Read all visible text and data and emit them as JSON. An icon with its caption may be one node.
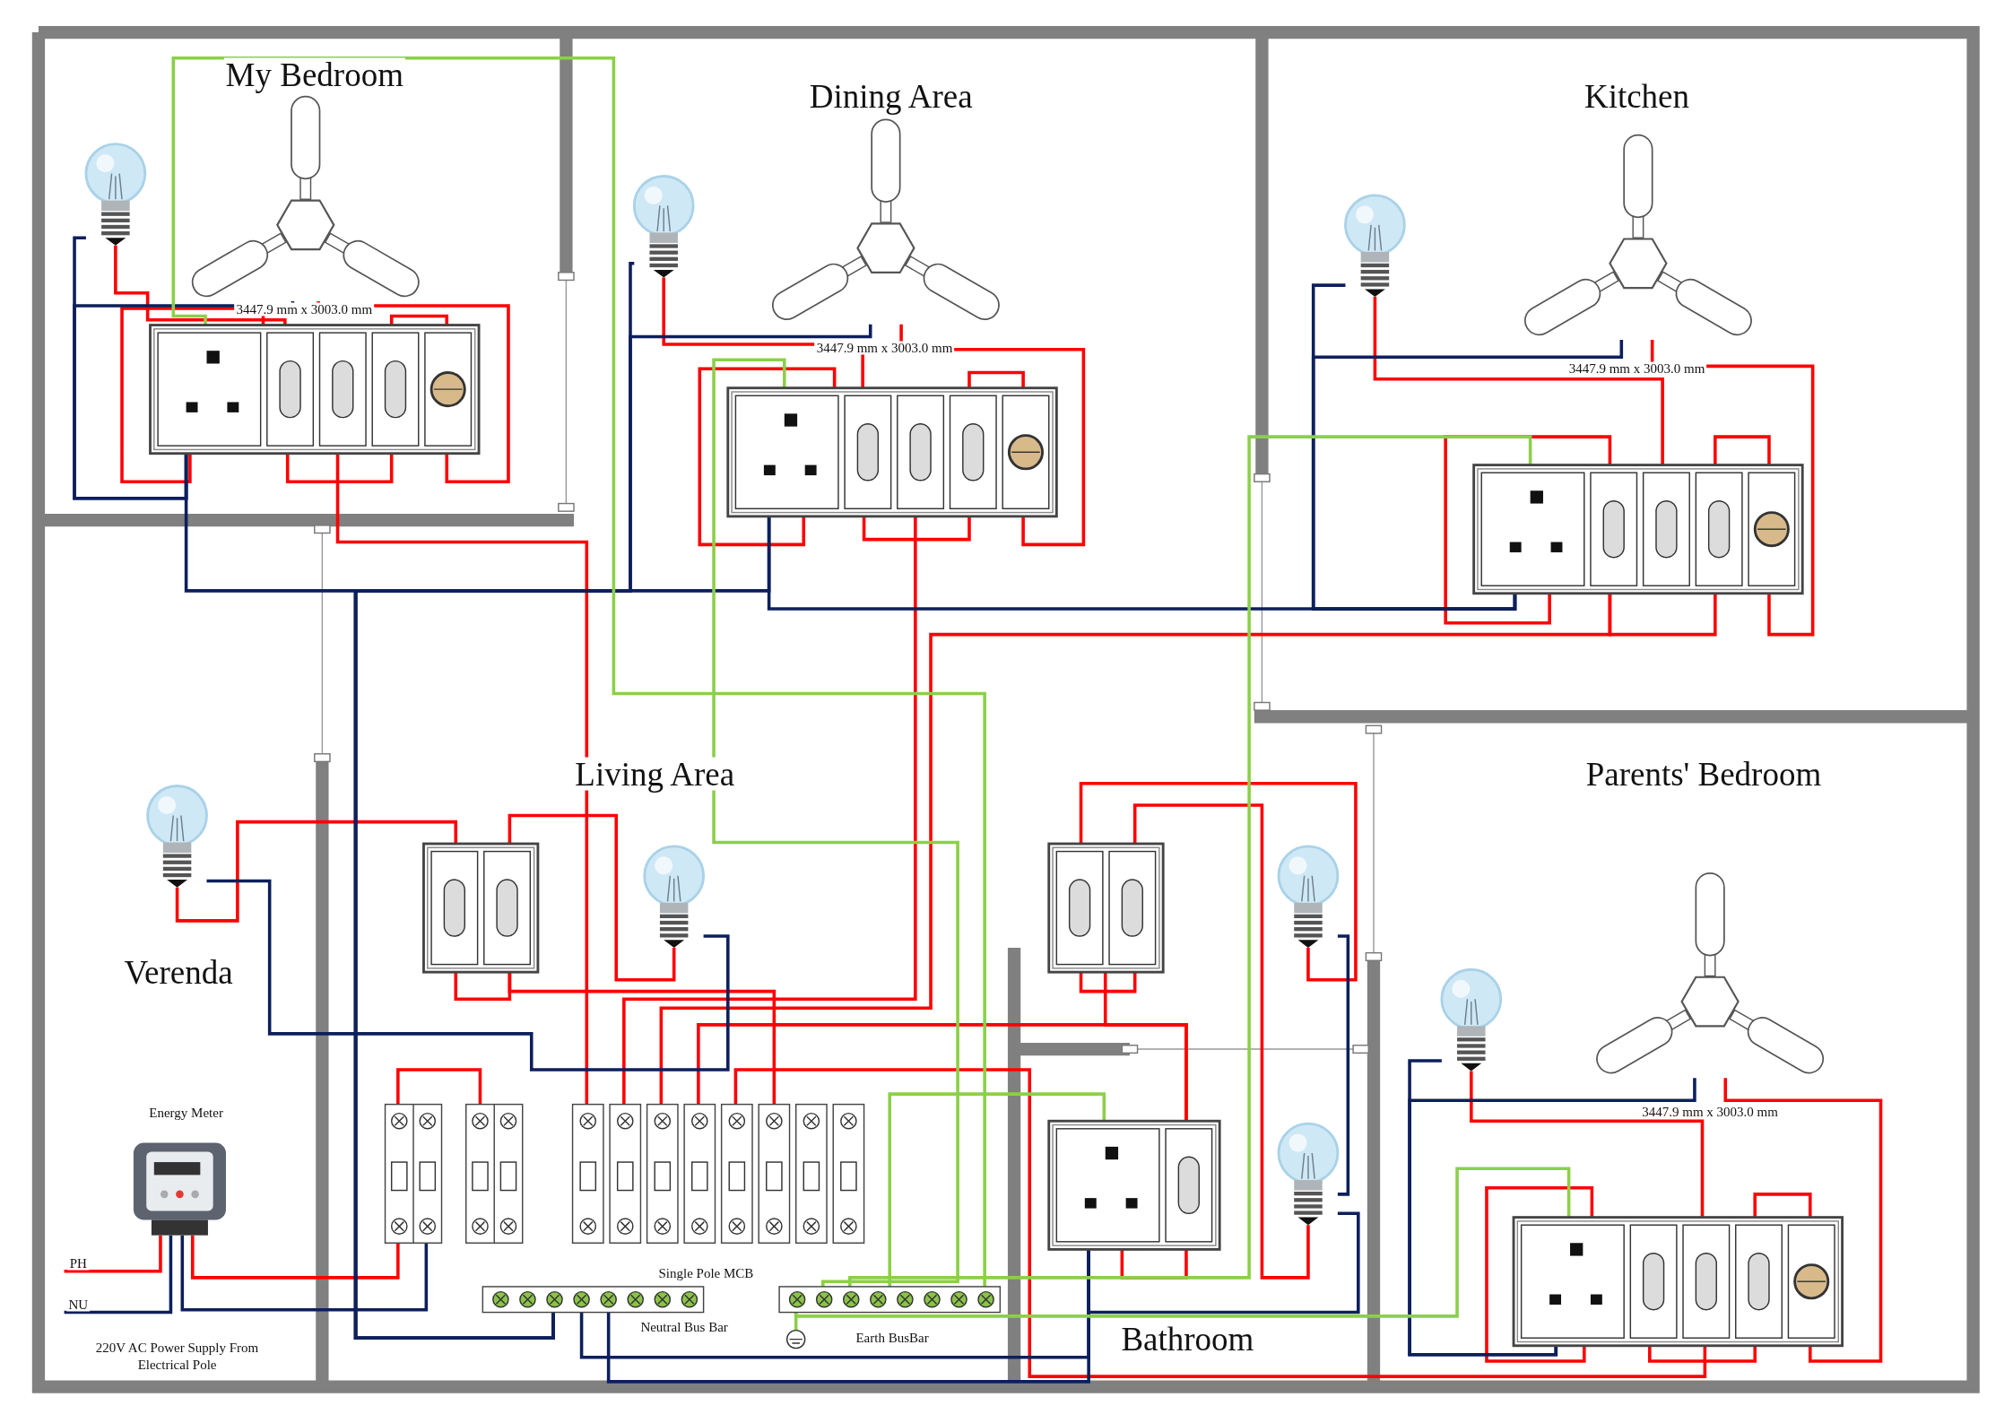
{
  "diagram": {
    "nodes": [
      {
        "text": [],
        "shape": "picture"
      },
      {
        "text": [],
        "shape": "picture"
      },
      {
        "text": [],
        "shape": "box"
      },
      {
        "text": [],
        "shape": "picture"
      },
      {
        "text": [],
        "shape": "picture"
      },
      {
        "text": [],
        "shape": "box"
      },
      {
        "text": [],
        "shape": "picture"
      },
      {
        "text": [],
        "shape": "picture"
      },
      {
        "text": [],
        "shape": "box"
      },
      {
        "text": [],
        "shape": "picture"
      },
      {
        "text": [],
        "shape": "box"
      },
      {
        "text": [],
        "shape": "picture"
      },
      {
        "text": [],
        "shape": "box"
      },
      {
        "text": [],
        "shape": "picture"
      },
      {
        "text": [],
        "shape": "picture"
      },
      {
        "text": [],
        "shape": "box"
      },
      {
        "text": [],
        "shape": "picture"
      },
      {
        "text": [],
        "shape": "picture"
      },
      {
        "text": [],
        "shape": "box"
      },
      {
        "text": [],
        "shape": "picture",
        "beside": [
          "Energy Meter"
        ]
      },
      {
        "text": [],
        "shape": "box"
      },
      {
        "text": [],
        "shape": "box"
      },
      {
        "text": [],
        "shape": "box"
      },
      {
        "text": [],
        "shape": "box"
      },
      {
        "text": [],
        "shape": "box"
      },
      {
        "text": [],
        "shape": "box"
      },
      {
        "text": [],
        "shape": "box"
      },
      {
        "text": [],
        "shape": "box"
      },
      {
        "text": [],
        "shape": "box"
      },
      {
        "text": [],
        "shape": "box"
      },
      {
        "text": [],
        "shape": "bar",
        "beside": [
          "Neutral Bus Bar"
        ]
      },
      {
        "text": [],
        "shape": "bar",
        "beside": [
          "Earth BusBar"
        ]
      },
      {
        "text": [],
        "shape": "picture"
      }
    ],
    "edges": [
      {
        "from": null,
        "to": 19,
        "arrow": "none",
        "label": "PH"
      },
      {
        "from": 19,
        "to": 20,
        "arrow": "none"
      },
      {
        "from": 20,
        "to": 21,
        "arrow": "none"
      },
      {
        "from": 22,
        "to": 2,
        "arrow": "none"
      },
      {
        "from": 23,
        "to": 5,
        "arrow": "none"
      },
      {
        "from": 24,
        "to": 8,
        "arrow": "none"
      },
      {
        "from": 25,
        "to": 15,
        "arrow": "none"
      },
      {
        "from": 26,
        "to": 18,
        "arrow": "none"
      },
      {
        "from": 27,
        "to": 10,
        "arrow": "none"
      },
      {
        "from": 0,
        "to": 2,
        "arrow": "none"
      },
      {
        "from": 1,
        "to": 2,
        "arrow": "none"
      },
      {
        "from": 2,
        "to": 2,
        "arrow": "none"
      },
      {
        "from": 2,
        "to": 2,
        "arrow": "none"
      },
      {
        "from": 2,
        "to": 2,
        "arrow": "none"
      },
      {
        "from": 3,
        "to": 5,
        "arrow": "none"
      },
      {
        "from": 4,
        "to": 5,
        "arrow": "none"
      },
      {
        "from": 5,
        "to": 5,
        "arrow": "none"
      },
      {
        "from": 5,
        "to": 5,
        "arrow": "none"
      },
      {
        "from": 5,
        "to": 5,
        "arrow": "none"
      },
      {
        "from": 6,
        "to": 8,
        "arrow": "none"
      },
      {
        "from": 7,
        "to": 8,
        "arrow": "none"
      },
      {
        "from": 8,
        "to": 8,
        "arrow": "none"
      },
      {
        "from": 8,
        "to": 8,
        "arrow": "none"
      },
      {
        "from": 8,
        "to": 8,
        "arrow": "none"
      },
      {
        "from": 9,
        "to": 10,
        "arrow": "none"
      },
      {
        "from": 10,
        "to": 11,
        "arrow": "none"
      },
      {
        "from": 10,
        "to": 10,
        "arrow": "none"
      },
      {
        "from": 12,
        "to": 12,
        "arrow": "none"
      },
      {
        "from": 12,
        "to": 15,
        "arrow": "none"
      },
      {
        "from": 12,
        "to": 13,
        "arrow": "none"
      },
      {
        "from": 12,
        "to": 14,
        "arrow": "none"
      },
      {
        "from": 15,
        "to": 15,
        "arrow": "none"
      },
      {
        "from": 16,
        "to": 18,
        "arrow": "none"
      },
      {
        "from": 17,
        "to": 18,
        "arrow": "none"
      },
      {
        "from": 18,
        "to": 18,
        "arrow": "none"
      },
      {
        "from": 18,
        "to": 18,
        "arrow": "none"
      },
      {
        "from": 18,
        "to": 18,
        "arrow": "none"
      },
      {
        "from": null,
        "to": 19,
        "arrow": "none",
        "label": "NU",
        "color": "#0d1f5c"
      },
      {
        "from": 19,
        "to": 20,
        "arrow": "none",
        "color": "#0d1f5c"
      },
      {
        "from": 0,
        "to": 2,
        "arrow": "none",
        "color": "#0d1f5c"
      },
      {
        "from": 1,
        "to": 2,
        "arrow": "none",
        "color": "#0d1f5c"
      },
      {
        "from": 2,
        "to": 30,
        "arrow": "none",
        "color": "#0d1f5c"
      },
      {
        "from": 3,
        "to": 30,
        "arrow": "none",
        "color": "#0d1f5c"
      },
      {
        "from": 4,
        "to": 30,
        "arrow": "none",
        "color": "#0d1f5c"
      },
      {
        "from": 5,
        "to": 30,
        "arrow": "none",
        "color": "#0d1f5c"
      },
      {
        "from": 6,
        "to": 8,
        "arrow": "none",
        "color": "#0d1f5c"
      },
      {
        "from": 7,
        "to": 8,
        "arrow": "none",
        "color": "#0d1f5c"
      },
      {
        "from": 8,
        "to": 5,
        "arrow": "none",
        "color": "#0d1f5c"
      },
      {
        "from": 9,
        "to": 11,
        "arrow": "none",
        "color": "#0d1f5c"
      },
      {
        "from": 30,
        "to": 15,
        "arrow": "none",
        "color": "#0d1f5c"
      },
      {
        "from": 30,
        "to": 15,
        "arrow": "none",
        "color": "#0d1f5c"
      },
      {
        "from": 13,
        "to": 14,
        "arrow": "none",
        "color": "#0d1f5c"
      },
      {
        "from": 14,
        "to": 15,
        "arrow": "none",
        "color": "#0d1f5c"
      },
      {
        "from": 16,
        "to": 18,
        "arrow": "none",
        "color": "#0d1f5c"
      },
      {
        "from": 17,
        "to": 18,
        "arrow": "none",
        "color": "#0d1f5c"
      },
      {
        "from": 2,
        "to": 31,
        "arrow": "none",
        "color": "#8bd048"
      },
      {
        "from": 5,
        "to": 31,
        "arrow": "none",
        "color": "#8bd048"
      },
      {
        "from": 8,
        "to": 31,
        "arrow": "none",
        "color": "#8bd048"
      },
      {
        "from": 15,
        "to": 31,
        "arrow": "none",
        "color": "#8bd048"
      },
      {
        "from": 18,
        "to": 31,
        "arrow": "none",
        "color": "#8bd048"
      },
      {
        "from": 31,
        "to": 32,
        "arrow": "none",
        "color": "#8bd048"
      }
    ],
    "labels": [
      "My Bedroom",
      "Dining Area",
      "Kitchen",
      "3447.9 mm x 3003.0 mm",
      "3447.9 mm x 3003.0 mm",
      "3447.9 mm x 3003.0 mm",
      "Living Area",
      "Parents' Bedroom",
      "Verenda",
      "3447.9 mm x 3003.0 mm",
      "Single Pole MCB",
      "Bathroom",
      "220V AC Power Supply From Electrical Pole"
    ]
  }
}
